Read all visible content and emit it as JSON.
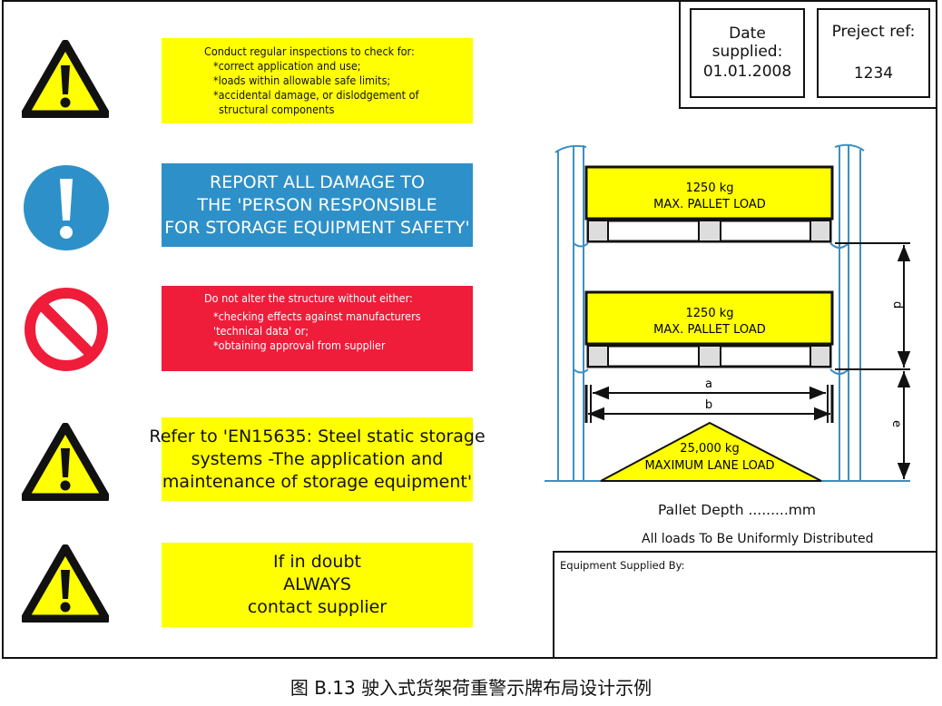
{
  "signs": {
    "inspect": {
      "lines": [
        "Conduct regular inspections to check for:",
        "*correct application and use;",
        "*loads within allowable safe limits;",
        "*accidental damage, or dislodgement of",
        "structural components"
      ]
    },
    "report": {
      "lines": [
        "REPORT ALL DAMAGE TO",
        "THE 'PERSON RESPONSIBLE",
        "FOR STORAGE EQUIPMENT SAFETY'"
      ]
    },
    "alter": {
      "lines": [
        "Do not alter the structure without either:",
        "*checking effects against manufacturers",
        "'technical data' or;",
        "*obtaining approval from supplier"
      ]
    },
    "standard": {
      "lines": [
        "Refer to 'EN15635: Steel static storage",
        "systems -The application and",
        "maintenance of storage equipment'"
      ]
    },
    "doubt": {
      "lines": [
        "If in doubt",
        "ALWAYS",
        "contact supplier"
      ]
    }
  },
  "info": {
    "date_label": "Date supplied:",
    "date_value": "01.01.2008",
    "ref_label": "Preject ref:",
    "ref_value": "1234"
  },
  "diagram": {
    "beam1": [
      "1250 kg",
      "MAX. PALLET LOAD"
    ],
    "beam2": [
      "1250 kg",
      "MAX. PALLET LOAD"
    ],
    "lane": [
      "25,000 kg",
      "MAXIMUM LANE LOAD"
    ],
    "dim_a": "a",
    "dim_b": "b",
    "dim_d": "d",
    "dim_e": "e"
  },
  "notes": {
    "pallet_depth": "Pallet Depth  .........mm",
    "uniform": "All loads To Be Uniformly Distributed",
    "equipment_supplied": "Equipment Supplied By:"
  },
  "caption": "图 B.13  驶入式货架荷重警示牌布局设计示例",
  "colors": {
    "warning_yellow": "#ffff00",
    "mandatory_blue": "#2e90c8",
    "prohibition_red": "#ef1c3a",
    "rack_blue": "#3f8fc0"
  }
}
